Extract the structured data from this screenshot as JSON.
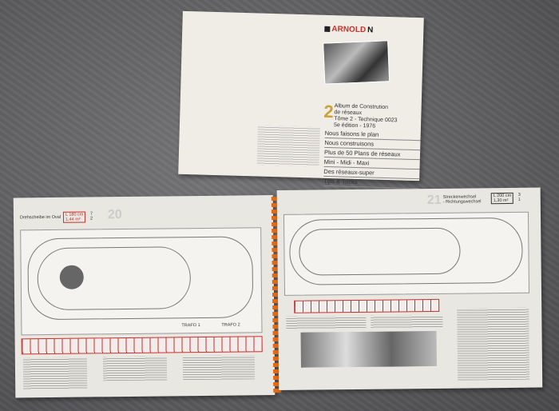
{
  "cover": {
    "brand": "ARNOLD",
    "brand_suffix": "N",
    "volume_number": "2",
    "title_lines": [
      "Album de Constrution",
      "de réseaux",
      "Tôme 2 - Technique 0023",
      "5e édition - 1976"
    ],
    "contents": [
      "Nous faisons le plan",
      "Nous construisons",
      "Plus de 50 Plans de réseaux",
      "Mini - Midi - Maxi",
      "Des réseaux-super",
      "Tips & Tricks"
    ]
  },
  "left_page": {
    "title": "Drehscheibe im Oval",
    "number": "20",
    "length": "L 180 cm",
    "area": "1,44 m²",
    "count1": "7",
    "count2": "2",
    "labels": [
      "TRAFO 1",
      "TRAFO 2"
    ]
  },
  "right_page": {
    "title_lines": [
      "Streckenwechsel",
      "- Richtungswechsel"
    ],
    "number": "21",
    "length": "L 200 cm",
    "area": "1,30 m²",
    "count1": "3",
    "count2": "1"
  },
  "colors": {
    "accent": "#c9302a",
    "spiral": "#e56a16"
  }
}
